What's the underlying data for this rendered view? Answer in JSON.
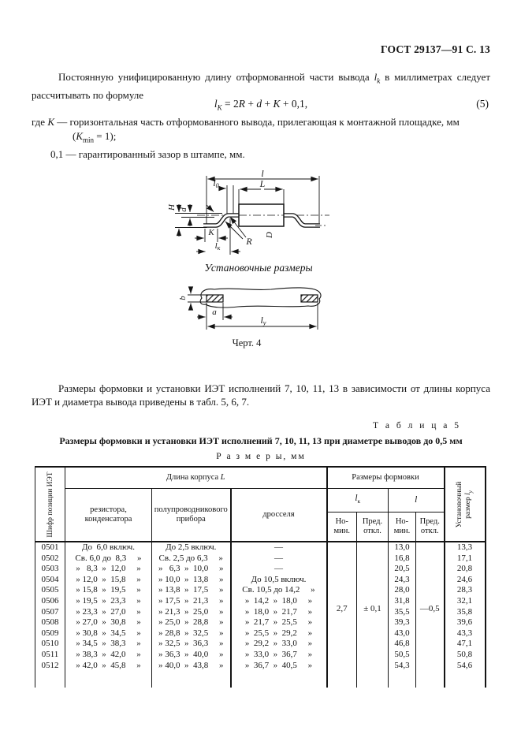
{
  "page_header": "ГОСТ 29137—91 С. 13",
  "intro": {
    "before_var": "Постоянную унифицированную длину отформованной части вывода ",
    "var_base": "l",
    "var_sub": "k",
    "after_var": " в миллиметрах следует рассчитывать по формуле"
  },
  "formula": {
    "lhs_base": "l",
    "lhs_sub": "К",
    "eq": " = 2",
    "r": "R",
    "plus1": " + ",
    "d": "d",
    "plus2": " + ",
    "k": "K",
    "tail": " + 0,1,",
    "number": "(5)"
  },
  "where": {
    "lead": "где ",
    "var_k": "K",
    "text": " — горизонтальная часть отформованного вывода, прилегающая к монтажной площадке, мм",
    "paren_open": "(",
    "kmin_var": "K",
    "kmin_sub": "min",
    "kmin_tail": " = 1);",
    "item2_num": "0,1",
    "item2_text": " — гарантированный зазор в штампе, мм."
  },
  "figure": {
    "dim_l_total": "l",
    "dim_l0_base": "l",
    "dim_l0_sub": "0",
    "dim_L_body": "L",
    "dim_H": "H",
    "dim_d": "d",
    "dim_K": "K",
    "dim_lk_base": "l",
    "dim_lk_sub": "к",
    "dim_R": "R",
    "dim_D": "D",
    "install_caption": "Установочные размеры",
    "dim_b": "b",
    "dim_a": "a",
    "dim_ly_base": "l",
    "dim_ly_sub": "у",
    "fig_caption": "Черт. 4"
  },
  "para2": "Размеры формовки и установки ИЭТ исполнений 7, 10, 11, 13 в зависимости от длины корпуса ИЭТ и диаметра вывода приведены в табл. 5, 6, 7.",
  "table": {
    "label": "Т а б л и ц а  5",
    "title": "Размеры формовки и установки ИЭТ исполнений 7, 10, 11, 13 при диаметре выводов до 0,5 мм",
    "units": "Р а з м е р ы, мм",
    "code_header": "Шифр позиции ИЭТ",
    "group_length_text": "Длина корпуса ",
    "group_length_var": "L",
    "group_form": "Размеры формовки",
    "col_resistor": "резистора, конденсатора",
    "col_semiconductor": "полупроводникового прибора",
    "col_choke": "дросселя",
    "sub_lk_base": "l",
    "sub_lk_sub": "к",
    "sub_l": "l",
    "nom_line1": "Но-",
    "nom_line2": "мин.",
    "dev_line1": "Пред.",
    "dev_line2": "откл.",
    "install_line1": "Установочный",
    "install_line2_text": "размер ",
    "install_var": "l",
    "install_sub": "у",
    "lk_nom": "2,7",
    "lk_dev": "± 0,1",
    "l_dev": "—0,5",
    "rows": [
      {
        "code": "0501",
        "res": "До  6,0 включ.",
        "semi": "До 2,5 включ.",
        "choke": "—",
        "l_nom": "13,0",
        "ly": "13,3"
      },
      {
        "code": "0502",
        "res": "Св. 6,0 до  8,3     »",
        "semi": "Св. 2,5 до 6,3     »",
        "choke": "—",
        "l_nom": "16,8",
        "ly": "17,1"
      },
      {
        "code": "0503",
        "res": "»   8,3  »  12,0     »",
        "semi": "»   6,3  »  10,0     »",
        "choke": "—",
        "l_nom": "20,5",
        "ly": "20,8"
      },
      {
        "code": "0504",
        "res": "» 12,0  »  15,8     »",
        "semi": "» 10,0  »  13,8     »",
        "choke": "До 10,5 включ.",
        "l_nom": "24,3",
        "ly": "24,6"
      },
      {
        "code": "0505",
        "res": "» 15,8  »  19,5     »",
        "semi": "» 13,8  »  17,5     »",
        "choke": "Св. 10,5 до 14,2     »",
        "l_nom": "28,0",
        "ly": "28,3"
      },
      {
        "code": "0506",
        "res": "» 19,5  »  23,3     »",
        "semi": "» 17,5  »  21,3     »",
        "choke": "»  14,2  »  18,0     »",
        "l_nom": "31,8",
        "ly": "32,1"
      },
      {
        "code": "0507",
        "res": "» 23,3  »  27,0     »",
        "semi": "» 21,3  »  25,0     »",
        "choke": "»  18,0  »  21,7     »",
        "l_nom": "35,5",
        "ly": "35,8"
      },
      {
        "code": "0508",
        "res": "» 27,0  »  30,8     »",
        "semi": "» 25,0  »  28,8     »",
        "choke": "»  21,7  »  25,5     »",
        "l_nom": "39,3",
        "ly": "39,6"
      },
      {
        "code": "0509",
        "res": "» 30,8  »  34,5     »",
        "semi": "» 28,8  »  32,5     »",
        "choke": "»  25,5  »  29,2     »",
        "l_nom": "43,0",
        "ly": "43,3"
      },
      {
        "code": "0510",
        "res": "» 34,5  »  38,3     »",
        "semi": "» 32,5  »  36,3     »",
        "choke": "»  29,2  »  33,0     »",
        "l_nom": "46,8",
        "ly": "47,1"
      },
      {
        "code": "0511",
        "res": "» 38,3  »  42,0     »",
        "semi": "» 36,3  »  40,0     »",
        "choke": "»  33,0  »  36,7     »",
        "l_nom": "50,5",
        "ly": "50,8"
      },
      {
        "code": "0512",
        "res": "» 42,0  »  45,8     »",
        "semi": "» 40,0  »  43,8     »",
        "choke": "»  36,7  »  40,5     »",
        "l_nom": "54,3",
        "ly": "54,6"
      }
    ]
  }
}
